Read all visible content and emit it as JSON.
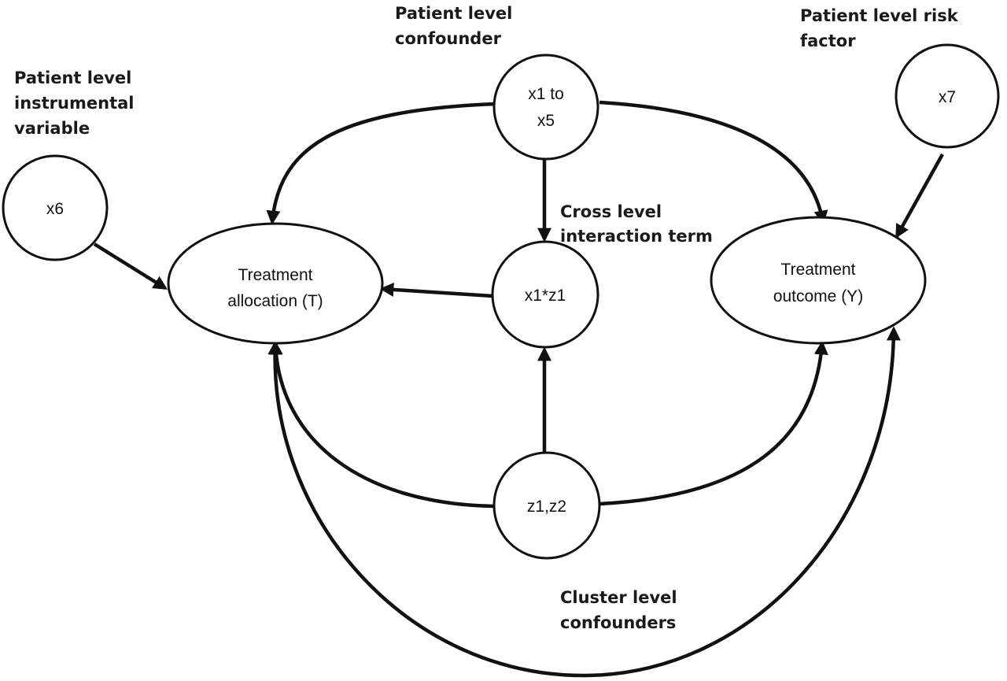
{
  "nodes": {
    "x6": {
      "lines": [
        "x6"
      ]
    },
    "x1_x5": {
      "lines": [
        "x1 to",
        "x5"
      ]
    },
    "x7": {
      "lines": [
        "x7"
      ]
    },
    "treatment_allocation": {
      "lines": [
        "Treatment",
        "allocation (T)"
      ]
    },
    "interaction": {
      "lines": [
        "x1*z1"
      ]
    },
    "treatment_outcome": {
      "lines": [
        "Treatment",
        "outcome (Y)"
      ]
    },
    "z1_z2": {
      "lines": [
        "z1,z2"
      ]
    }
  },
  "labels": {
    "instrumental": [
      "Patient level",
      "instrumental",
      "variable"
    ],
    "confounder": [
      "Patient level",
      "confounder"
    ],
    "risk_factor": [
      "Patient level risk",
      "factor"
    ],
    "cross_level": [
      "Cross level",
      "interaction term"
    ],
    "cluster_level": [
      "Cluster level",
      "confounders"
    ]
  },
  "colors": {
    "stroke": "#111111",
    "text": "#1a1a1a",
    "background": "#ffffff"
  }
}
